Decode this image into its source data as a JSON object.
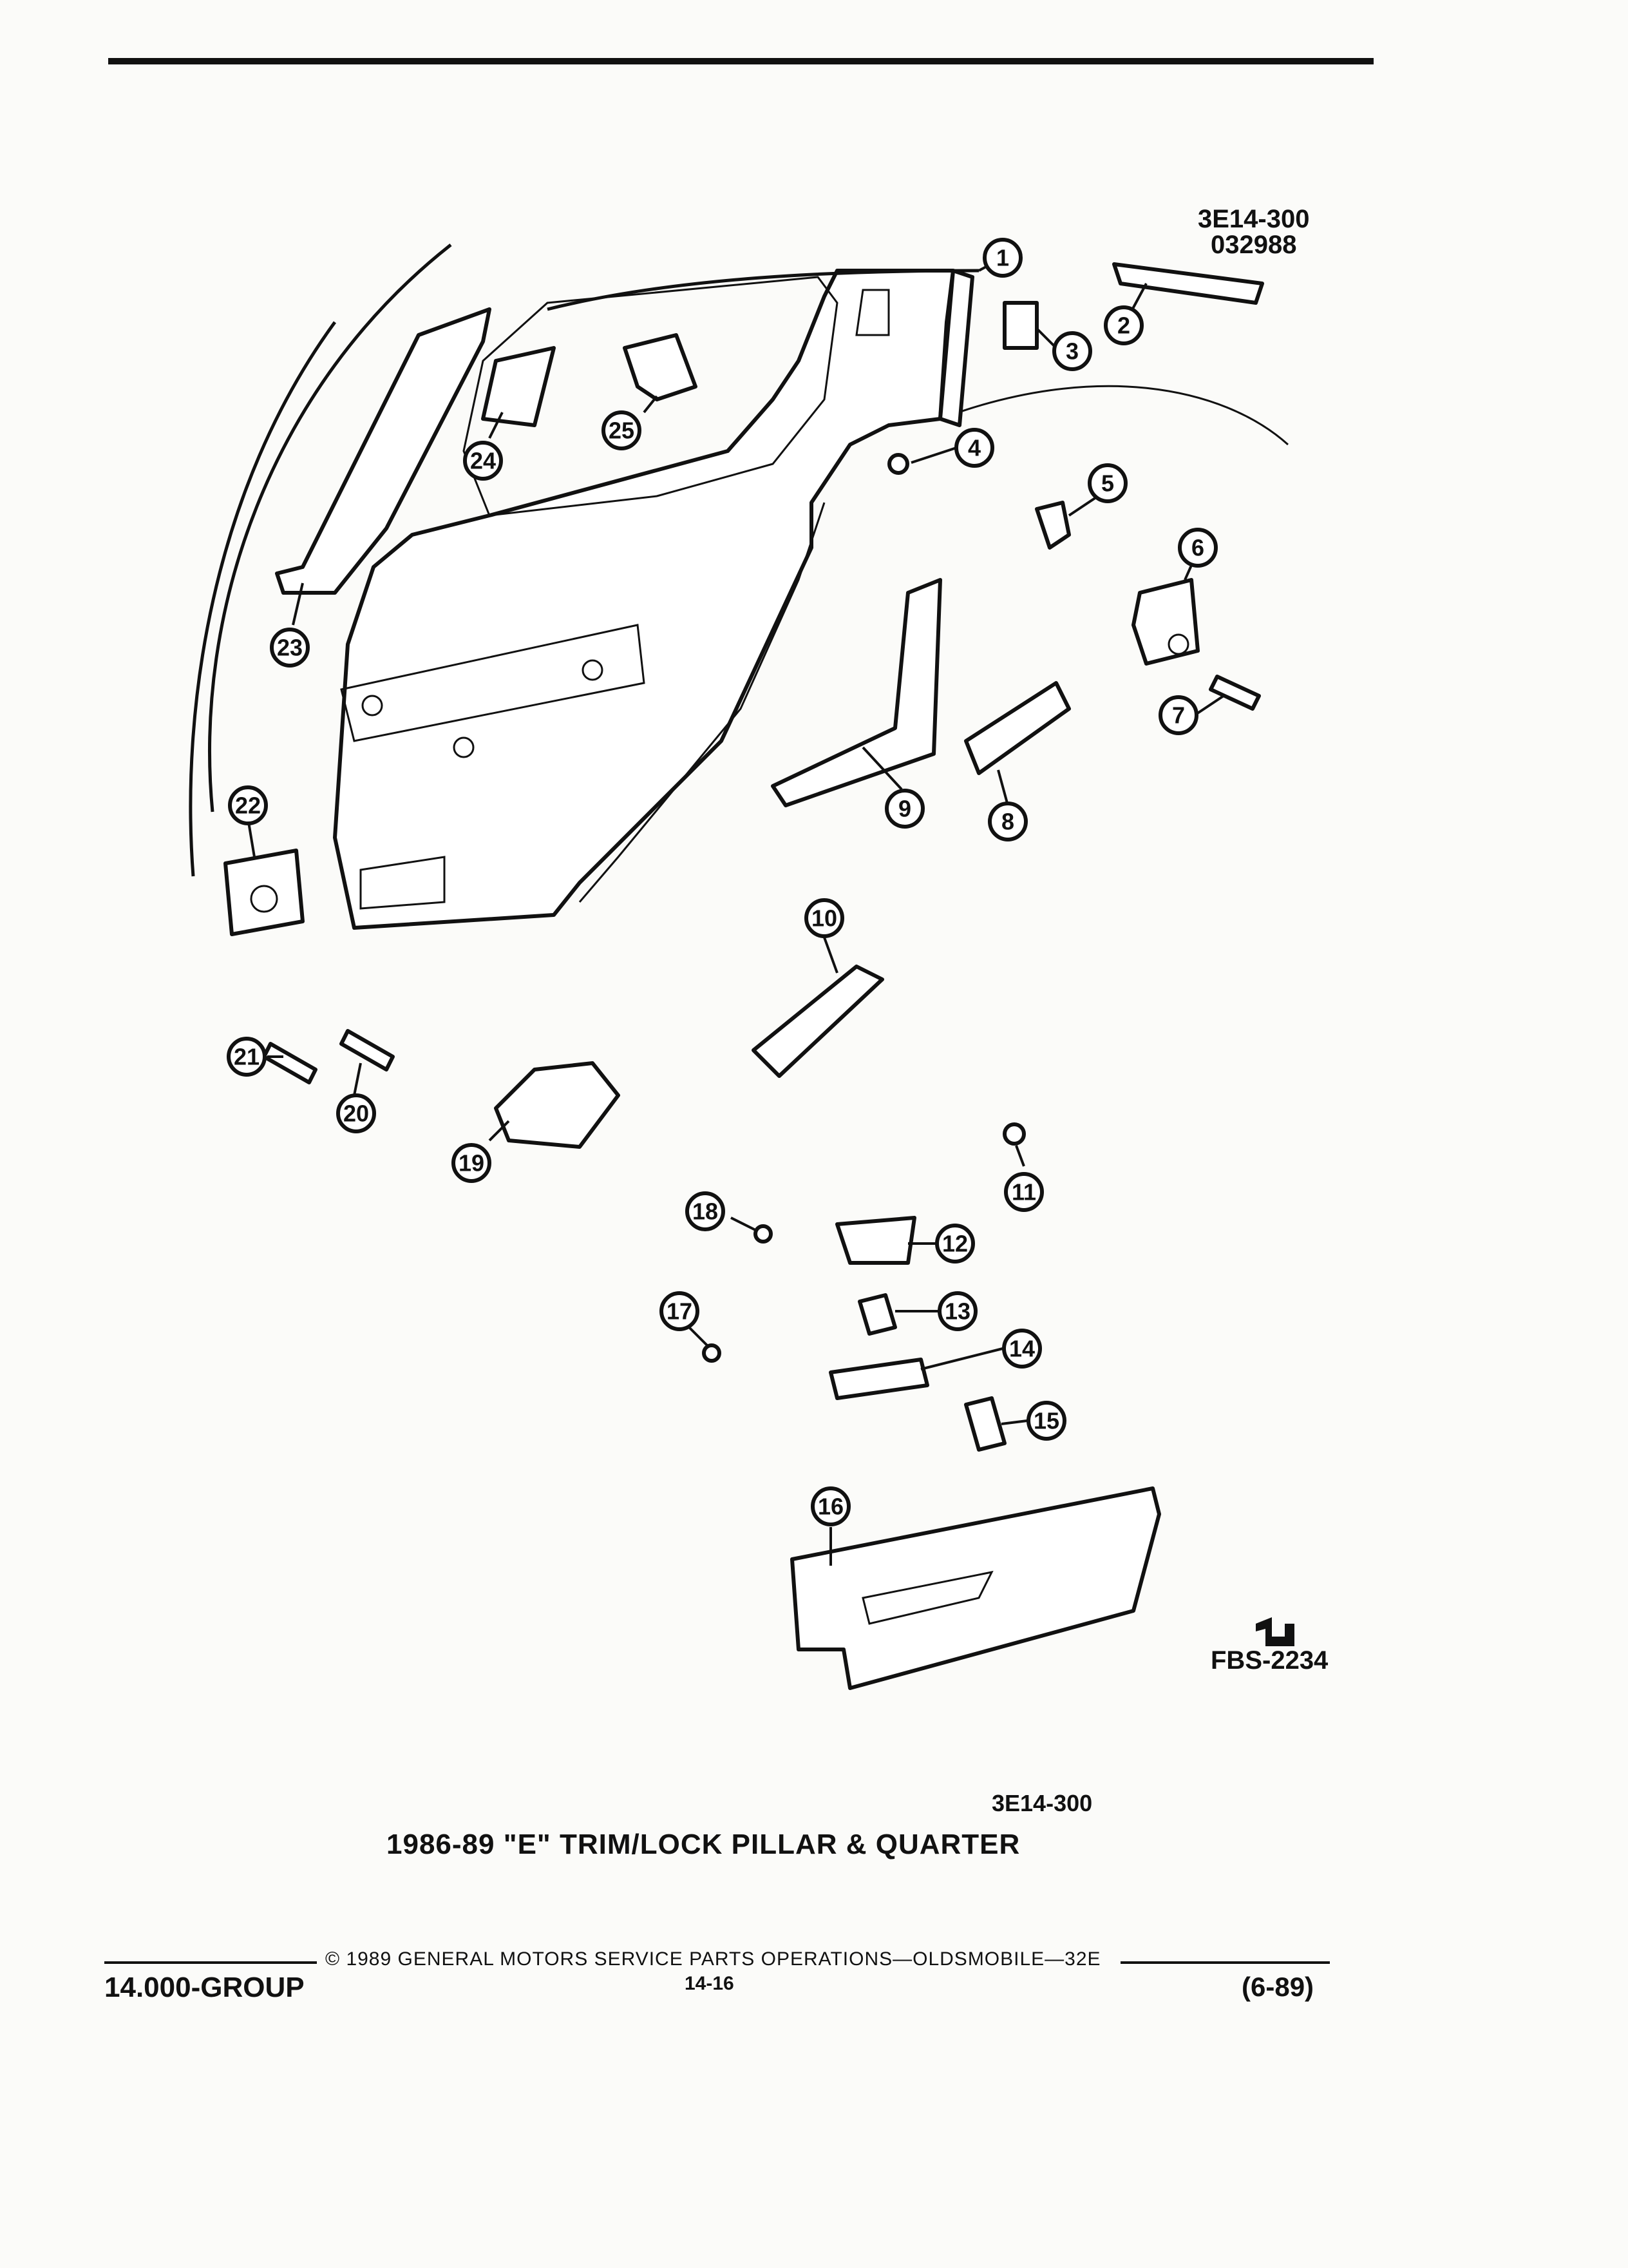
{
  "header": {
    "code_line1": "3E14-300",
    "code_line2": "032988"
  },
  "figure": {
    "code": "3E14-300",
    "title": "1986-89 \"E\" TRIM/LOCK PILLAR & QUARTER",
    "stamp": "FBS-2234",
    "callouts": [
      "1",
      "2",
      "3",
      "4",
      "5",
      "6",
      "7",
      "8",
      "9",
      "10",
      "11",
      "12",
      "13",
      "14",
      "15",
      "16",
      "17",
      "18",
      "19",
      "20",
      "21",
      "22",
      "23",
      "24",
      "25"
    ]
  },
  "footer": {
    "copyright": "© 1989 GENERAL MOTORS SERVICE PARTS OPERATIONS—OLDSMOBILE—32E",
    "page": "14-16",
    "group": "14.000-GROUP",
    "date": "(6-89)"
  }
}
